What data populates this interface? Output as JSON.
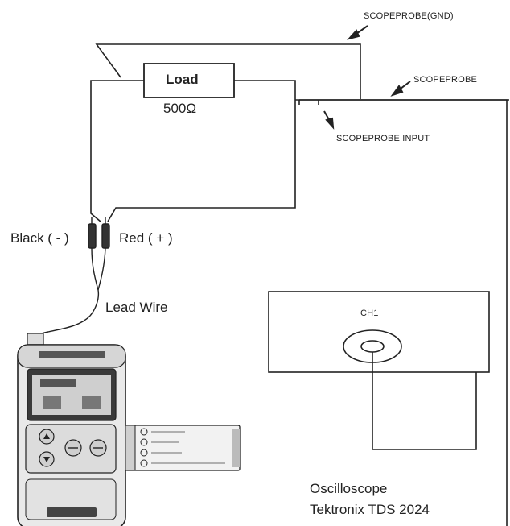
{
  "labels": {
    "probe_gnd": "SCOPEPROBE(GND)",
    "probe": "SCOPEPROBE",
    "probe_input": "SCOPEPROBE INPUT",
    "load": "Load",
    "resistance": "500Ω",
    "black": "Black ( - )",
    "red": "Red ( + )",
    "lead_wire": "Lead Wire",
    "channel": "CH1",
    "scope_name": "Oscilloscope",
    "scope_model": "Tektronix TDS 2024"
  },
  "device": {
    "brand": "",
    "panel_lines": [
      "",
      "",
      "",
      ""
    ]
  },
  "colors": {
    "line": "#222222",
    "device_body": "#e9e9e9",
    "device_dark": "#3a3a3a",
    "screen": "#cfcfcf"
  }
}
